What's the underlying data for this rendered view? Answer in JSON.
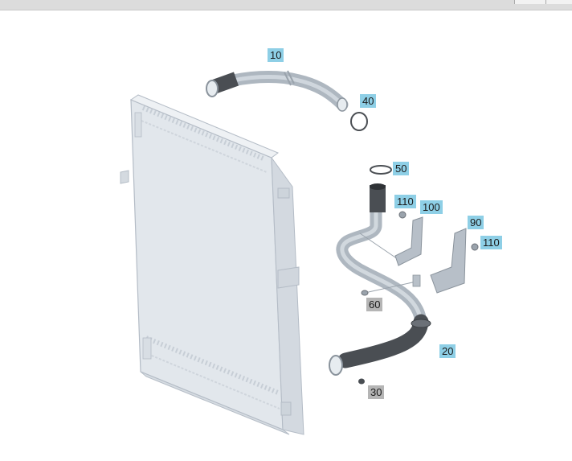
{
  "colors": {
    "radiator_fill": "#dfe4ea",
    "radiator_stroke": "#b4bcc6",
    "pipe_metal": "#b8c0c8",
    "hose_dark": "#4a4e53",
    "callout_blue": "#8ecfe6",
    "callout_gray": "#b5b5b5"
  },
  "callouts": [
    {
      "id": "10",
      "label": "10",
      "style": "blue"
    },
    {
      "id": "40",
      "label": "40",
      "style": "blue"
    },
    {
      "id": "50",
      "label": "50",
      "style": "blue"
    },
    {
      "id": "110a",
      "label": "110",
      "style": "blue"
    },
    {
      "id": "100",
      "label": "100",
      "style": "blue"
    },
    {
      "id": "90",
      "label": "90",
      "style": "blue"
    },
    {
      "id": "110b",
      "label": "110",
      "style": "blue"
    },
    {
      "id": "60",
      "label": "60",
      "style": "gray"
    },
    {
      "id": "20",
      "label": "20",
      "style": "blue"
    },
    {
      "id": "30",
      "label": "30",
      "style": "gray"
    }
  ]
}
